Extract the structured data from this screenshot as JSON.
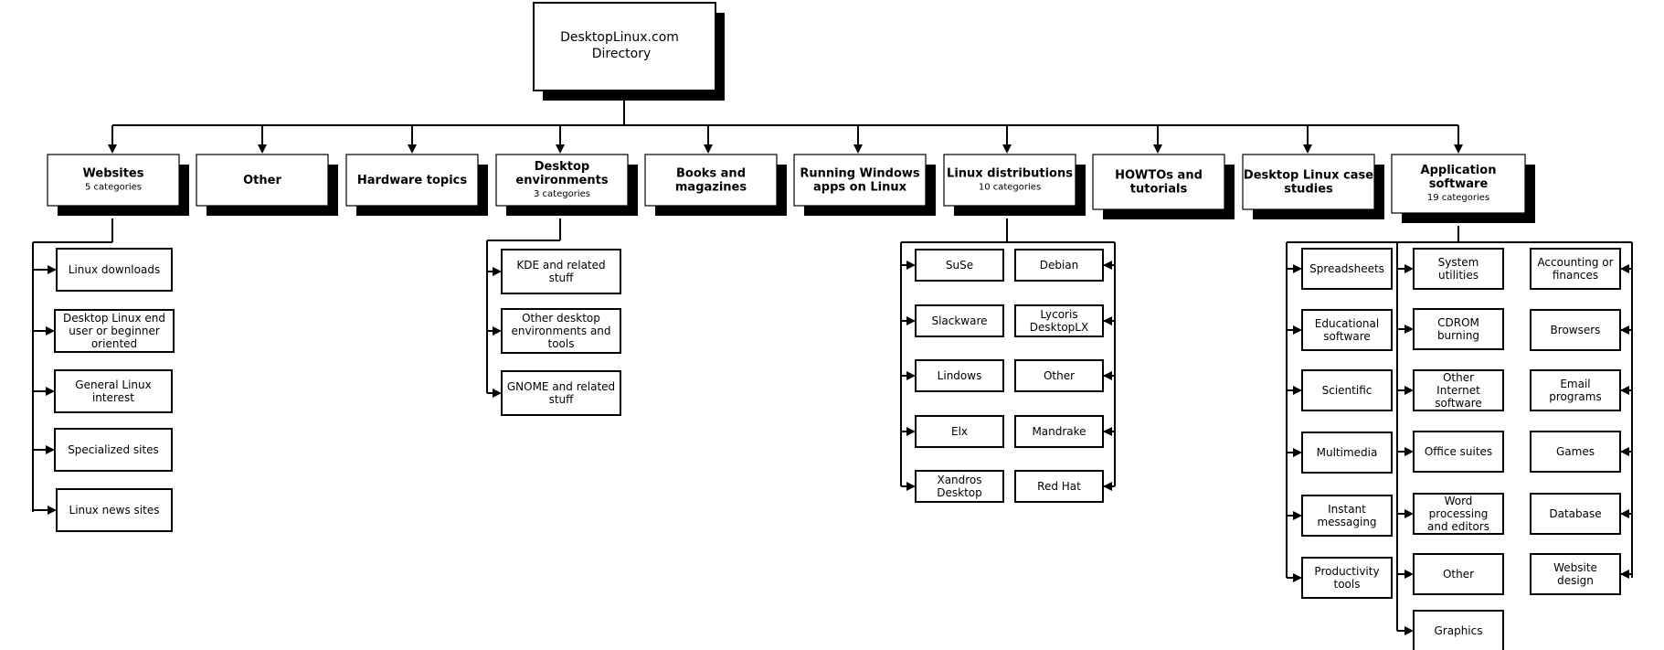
{
  "root": {
    "title_line1": "DesktopLinux.com",
    "title_line2": "Directory"
  },
  "categories": [
    {
      "id": "websites",
      "lines": [
        "Websites"
      ],
      "sub": "5 categories"
    },
    {
      "id": "other",
      "lines": [
        "Other"
      ],
      "sub": ""
    },
    {
      "id": "hardware",
      "lines": [
        "Hardware topics"
      ],
      "sub": ""
    },
    {
      "id": "desktop-env",
      "lines": [
        "Desktop",
        "environments"
      ],
      "sub": "3 categories"
    },
    {
      "id": "books",
      "lines": [
        "Books and",
        "magazines"
      ],
      "sub": ""
    },
    {
      "id": "windows-apps",
      "lines": [
        "Running Windows",
        "apps on Linux"
      ],
      "sub": ""
    },
    {
      "id": "distributions",
      "lines": [
        "Linux distributions"
      ],
      "sub": "10 categories"
    },
    {
      "id": "howtos",
      "lines": [
        "HOWTOs and",
        "tutorials"
      ],
      "sub": ""
    },
    {
      "id": "case-studies",
      "lines": [
        "Desktop Linux case",
        "studies"
      ],
      "sub": ""
    },
    {
      "id": "app-software",
      "lines": [
        "Application",
        "software"
      ],
      "sub": "19 categories"
    }
  ],
  "websites_items": [
    [
      "Linux downloads"
    ],
    [
      "Desktop Linux end",
      "user or beginner",
      "oriented"
    ],
    [
      "General Linux",
      "interest"
    ],
    [
      "Specialized sites"
    ],
    [
      "Linux news sites"
    ]
  ],
  "desktop_env_items": [
    [
      "KDE and related",
      "stuff"
    ],
    [
      "Other desktop",
      "environments and",
      "tools"
    ],
    [
      "GNOME and related",
      "stuff"
    ]
  ],
  "distributions_left": [
    [
      "SuSe"
    ],
    [
      "Slackware"
    ],
    [
      "Lindows"
    ],
    [
      "Elx"
    ],
    [
      "Xandros",
      "Desktop"
    ]
  ],
  "distributions_right": [
    [
      "Debian"
    ],
    [
      "Lycoris",
      "DesktopLX"
    ],
    [
      "Other"
    ],
    [
      "Mandrake"
    ],
    [
      "Red Hat"
    ]
  ],
  "app_col1": [
    [
      "Spreadsheets"
    ],
    [
      "Educational",
      "software"
    ],
    [
      "Scientific"
    ],
    [
      "Multimedia"
    ],
    [
      "Instant",
      "messaging"
    ],
    [
      "Productivity",
      "tools"
    ]
  ],
  "app_col2": [
    [
      "System",
      "utilities"
    ],
    [
      "CDROM",
      "burning"
    ],
    [
      "Other",
      "Internet",
      "software"
    ],
    [
      "Office suites"
    ],
    [
      "Word",
      "processing",
      "and editors"
    ],
    [
      "Other"
    ],
    [
      "Graphics"
    ]
  ],
  "app_col3": [
    [
      "Accounting or",
      "finances"
    ],
    [
      "Browsers"
    ],
    [
      "Email",
      "programs"
    ],
    [
      "Games"
    ],
    [
      "Database"
    ],
    [
      "Website",
      "design"
    ]
  ]
}
